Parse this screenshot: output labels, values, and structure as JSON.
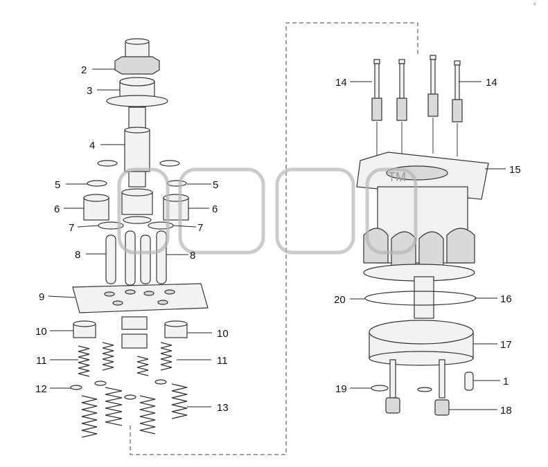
{
  "diagram": {
    "corner_note": "©",
    "watermark_mark": "TM",
    "callouts": {
      "c1": "1",
      "c2": "2",
      "c3": "3",
      "c4": "4",
      "c5a": "5",
      "c5b": "5",
      "c6a": "6",
      "c6b": "6",
      "c7a": "7",
      "c7b": "7",
      "c8a": "8",
      "c8b": "8",
      "c9": "9",
      "c10a": "10",
      "c10b": "10",
      "c11a": "11",
      "c11b": "11",
      "c12": "12",
      "c13": "13",
      "c14a": "14",
      "c14b": "14",
      "c15": "15",
      "c16": "16",
      "c17": "17",
      "c18": "18",
      "c19": "19",
      "c20": "20"
    }
  }
}
